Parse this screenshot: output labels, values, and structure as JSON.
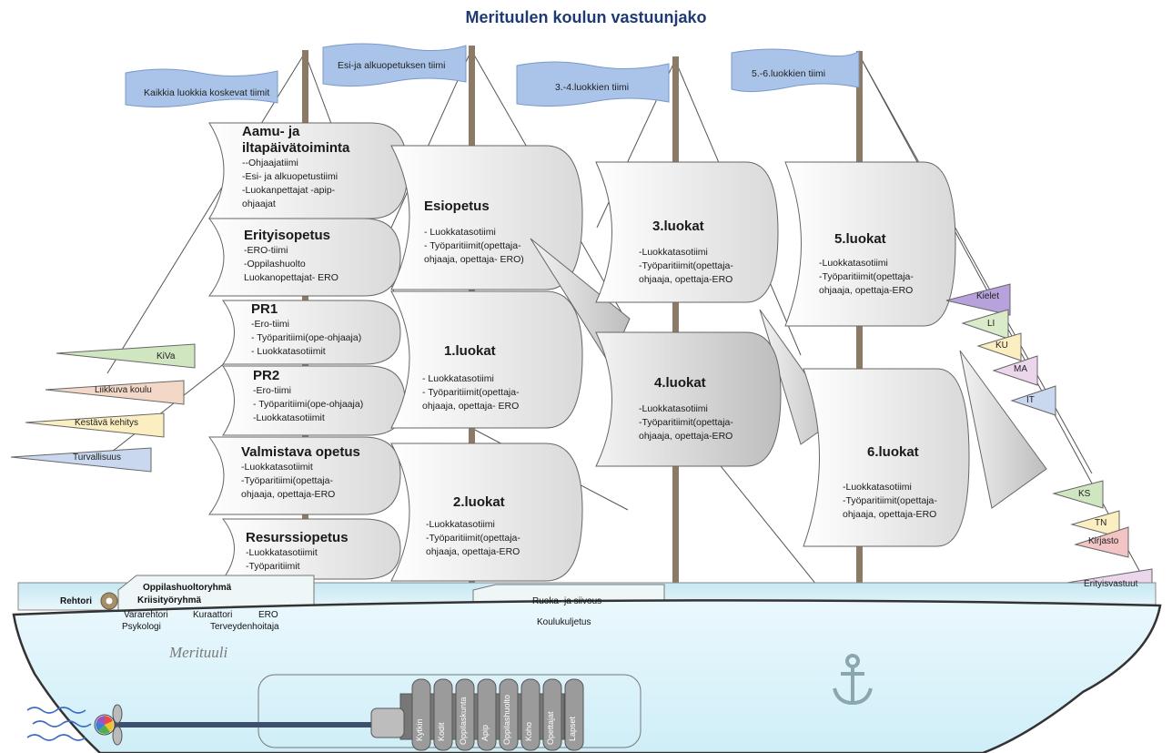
{
  "title": "Merituulen koulun vastuunjako",
  "flags": {
    "kaikki": "Kaikkia luokkia koskevat tiimit",
    "esi": "Esi-ja alkuopetuksen tiimi",
    "l34": "3.-4.luokkien tiimi",
    "l56": "5.-6.luokkien tiimi"
  },
  "left_sails": [
    {
      "title": "Aamu- ja iltapäivätoiminta",
      "lines": [
        "--Ohjaajatiimi",
        "-Esi- ja alkuopetustiimi",
        "-Luokanpettajat -apip-ohjaajat"
      ]
    },
    {
      "title": "Erityisopetus",
      "lines": [
        "-ERO-tiimi",
        "-Oppilashuolto",
        "Luokanopettajat- ERO"
      ]
    },
    {
      "title": "PR1",
      "lines": [
        "-Ero-tiimi",
        "- Työparitiimi(ope-ohjaaja)",
        "- Luokkatasotiimit"
      ]
    },
    {
      "title": "PR2",
      "lines": [
        "-Ero-tiimi",
        "- Työparitiimi(ope-ohjaaja)",
        "-Luokkatasotiimit"
      ]
    },
    {
      "title": "Valmistava opetus",
      "lines": [
        "-Luokkatasotiimit",
        "-Työparitiimi(opettaja-ohjaaja, opettaja-ERO"
      ]
    },
    {
      "title": "Resurssiopetus",
      "lines": [
        "-Luokkatasotiimit",
        "-Työparitiimit"
      ]
    }
  ],
  "mid_sails": [
    {
      "title": "Esiopetus",
      "lines": [
        "- Luokkatasotiimi",
        "- Työparitiimit(opettaja-ohjaaja, opettaja- ERO)"
      ]
    },
    {
      "title": "1.luokat",
      "lines": [
        "- Luokkatasotiimi",
        "- Työparitiimit(opettaja-ohjaaja, opettaja- ERO"
      ]
    },
    {
      "title": "2.luokat",
      "lines": [
        "-Luokkatasotiimi",
        "-Työparitiimit(opettaja-ohjaaja, opettaja-ERO"
      ]
    }
  ],
  "right_sails": [
    {
      "title": "3.luokat",
      "lines": [
        "-Luokkatasotiimi",
        "-Työparitiimit(opettaja-ohjaaja, opettaja-ERO"
      ]
    },
    {
      "title": "4.luokat",
      "lines": [
        "-Luokkatasotiimi",
        "-Työparitiimit(opettaja-ohjaaja, opettaja-ERO"
      ]
    },
    {
      "title": "5.luokat",
      "lines": [
        "-Luokkatasotiimi",
        "-Työparitiimit(opettaja-ohjaaja, opettaja-ERO"
      ]
    },
    {
      "title": "6.luokat",
      "lines": [
        "-Luokkatasotiimi",
        "-Työparitiimit(opettaja-ohjaaja, opettaja-ERO"
      ]
    }
  ],
  "left_pennants": [
    "KiVa",
    "Liikkuva koulu",
    "Kestävä kehitys",
    "Turvallisuus"
  ],
  "right_pennants": [
    "Kielet",
    "LI",
    "KU",
    "MA",
    "IT",
    "KS",
    "TN",
    "Kirjasto",
    "Erityisvastuut"
  ],
  "deck": {
    "rehtori": "Rehtori",
    "oppilashuoltoryhma": "Oppilashuoltoryhmä",
    "kriisiryhma": "Kriisityöryhmä",
    "vararehtori": "Vararehtori",
    "psykologi": "Psykologi",
    "kuraattori": "Kuraattori",
    "ero": "ERO",
    "terveydenhoitaja": "Terveydenhoitaja",
    "ruoka": "Ruoka- ja siivous",
    "koulukuljetus": "Koulukuljetus"
  },
  "ship_name": "Merituuli",
  "engine": [
    "Kytkin",
    "Kodit",
    "Oppilaskunta",
    "Apip",
    "Oppilashuolto",
    "Koho",
    "Opettajat",
    "Lapset"
  ],
  "colors": {
    "flag_blue": "#a9c4e8",
    "hull_light": "#dff3fb",
    "sail_gray": "#f1f1f1",
    "title_blue": "#1f3a73",
    "mast": "#8a7a66"
  },
  "icons": {
    "anchor": "anchor-icon",
    "gear": "gear-icon",
    "propeller": "propeller-icon"
  }
}
